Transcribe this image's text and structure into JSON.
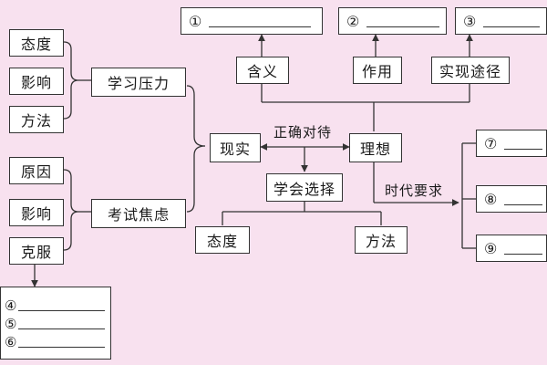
{
  "left": {
    "group1": [
      "态度",
      "影响",
      "方法"
    ],
    "group1_target": "学习压力",
    "group2": [
      "原因",
      "影响",
      "克服"
    ],
    "group2_target": "考试焦虑",
    "answer_slots": [
      "④",
      "⑤",
      "⑥"
    ]
  },
  "center": {
    "reality": "现实",
    "ideal": "理想",
    "relation": "正确对待",
    "choice": "学会选择",
    "attitude": "态度",
    "method": "方法",
    "era_requirement": "时代要求"
  },
  "top": {
    "meaning": "含义",
    "function": "作用",
    "path": "实现途径",
    "slots": [
      "①",
      "②",
      "③"
    ]
  },
  "right": {
    "slots": [
      "⑦",
      "⑧",
      "⑨"
    ]
  }
}
